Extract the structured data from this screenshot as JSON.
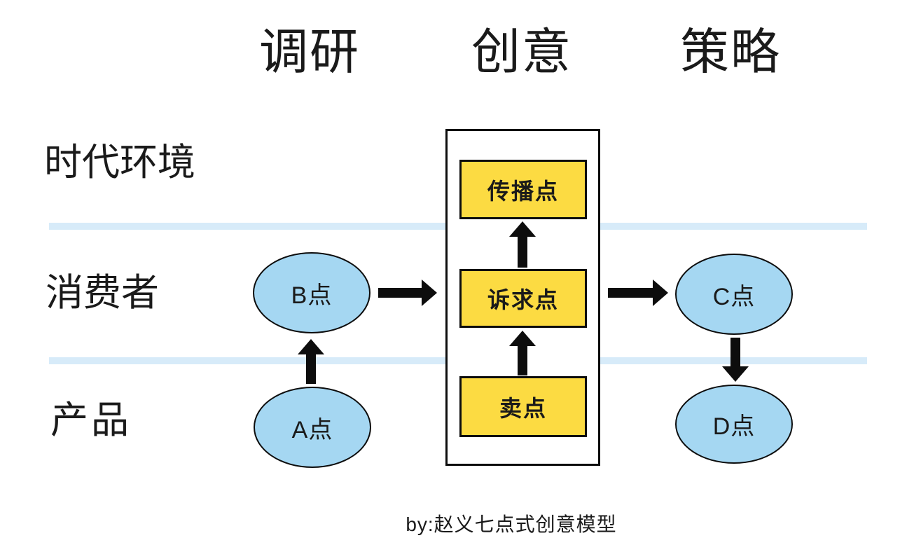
{
  "diagram": {
    "title_columns": [
      {
        "label": "调研"
      },
      {
        "label": "创意"
      },
      {
        "label": "策略"
      }
    ],
    "row_labels": [
      {
        "label": "时代环境"
      },
      {
        "label": "消费者"
      },
      {
        "label": "产品"
      }
    ],
    "center_boxes": [
      {
        "label": "传播点"
      },
      {
        "label": "诉求点"
      },
      {
        "label": "卖点"
      }
    ],
    "nodes": [
      {
        "id": "A",
        "label": "A点"
      },
      {
        "id": "B",
        "label": "B点"
      },
      {
        "id": "C",
        "label": "C点"
      },
      {
        "id": "D",
        "label": "D点"
      }
    ],
    "caption": "by:赵义七点式创意模型",
    "colors": {
      "ellipse_fill": "#a5d7f2",
      "box_fill": "#fcdb42",
      "divider": "#d7ebf9",
      "arrow": "#0d0d0d",
      "border": "#0d0d0d"
    }
  }
}
